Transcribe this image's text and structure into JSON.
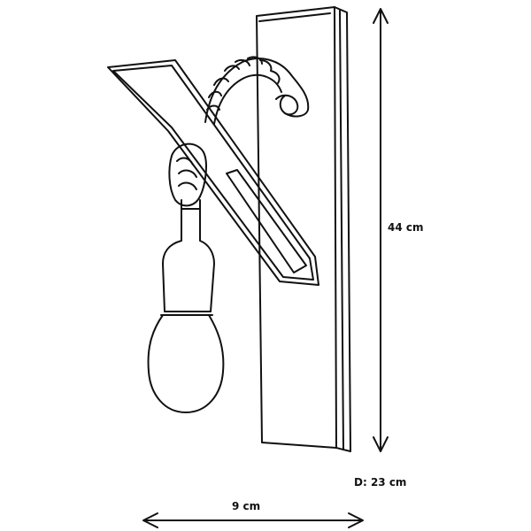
{
  "dimensions": {
    "height": "44 cm",
    "depth": "D: 23 cm",
    "width": "9 cm"
  },
  "colors": {
    "line": "#111111",
    "background": "#ffffff"
  }
}
